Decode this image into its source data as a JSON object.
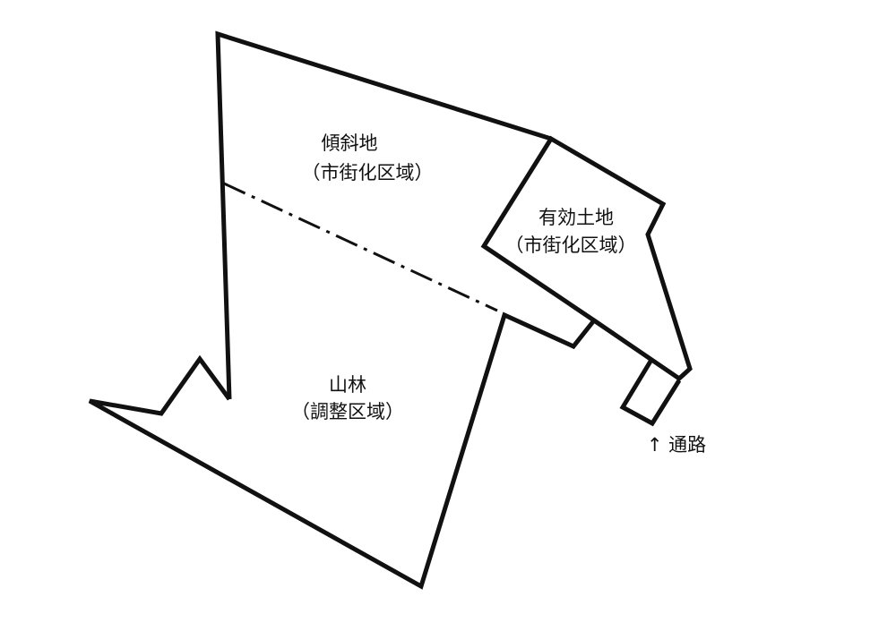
{
  "labels": {
    "slope_name": "傾斜地",
    "slope_zone": "（市街化区域）",
    "effective_name": "有効土地",
    "effective_zone": "（市街化区域）",
    "forest_name": "山林",
    "forest_zone": "（調整区域）",
    "road": "↑ 通路"
  },
  "colors": {
    "line": "#111111",
    "background": "#ffffff"
  }
}
